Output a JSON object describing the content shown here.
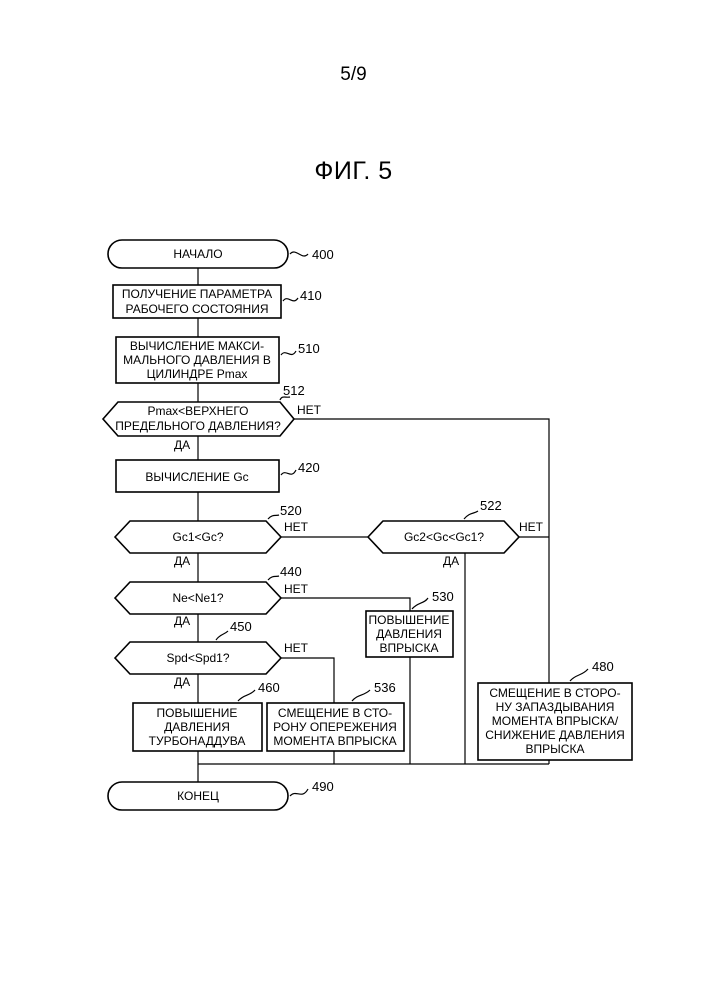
{
  "page_number": "5/9",
  "figure_title": "ФИГ. 5",
  "flowchart": {
    "start": {
      "label": "НАЧАЛО",
      "ref": "400"
    },
    "s410": {
      "lines": [
        "ПОЛУЧЕНИЕ ПАРАМЕТРА",
        "РАБОЧЕГО СОСТОЯНИЯ"
      ],
      "ref": "410"
    },
    "s510": {
      "lines": [
        "ВЫЧИСЛЕНИЕ МАКСИ-",
        "МАЛЬНОГО ДАВЛЕНИЯ В",
        "ЦИЛИНДРЕ Pmax"
      ],
      "ref": "510"
    },
    "d512": {
      "lines": [
        "Pmax<ВЕРХНЕГО",
        "ПРЕДЕЛЬНОГО ДАВЛЕНИЯ?"
      ],
      "ref": "512",
      "no": "НЕТ",
      "yes": "ДА"
    },
    "s420": {
      "label": "ВЫЧИСЛЕНИЕ Gc",
      "ref": "420"
    },
    "d520": {
      "label": "Gc1<Gc?",
      "ref": "520",
      "no": "НЕТ",
      "yes": "ДА"
    },
    "d522": {
      "label": "Gc2<Gc<Gc1?",
      "ref": "522",
      "no": "НЕТ",
      "yes": "ДА"
    },
    "d440": {
      "label": "Ne<Ne1?",
      "ref": "440",
      "no": "НЕТ",
      "yes": "ДА"
    },
    "s530": {
      "lines": [
        "ПОВЫШЕНИЕ",
        "ДАВЛЕНИЯ",
        "ВПРЫСКА"
      ],
      "ref": "530"
    },
    "d450": {
      "label": "Spd<Spd1?",
      "ref": "450",
      "no": "НЕТ",
      "yes": "ДА"
    },
    "s460": {
      "lines": [
        "ПОВЫШЕНИЕ",
        "ДАВЛЕНИЯ",
        "ТУРБОНАДДУВА"
      ],
      "ref": "460"
    },
    "s536": {
      "lines": [
        "СМЕЩЕНИЕ В СТО-",
        "РОНУ ОПЕРЕЖЕНИЯ",
        "МОМЕНТА ВПРЫСКА"
      ],
      "ref": "536"
    },
    "s480": {
      "lines": [
        "СМЕЩЕНИЕ В СТОРО-",
        "НУ ЗАПАЗДЫВАНИЯ",
        "МОМЕНТА ВПРЫСКА/",
        "СНИЖЕНИЕ ДАВЛЕНИЯ",
        "ВПРЫСКА"
      ],
      "ref": "480"
    },
    "end": {
      "label": "КОНЕЦ",
      "ref": "490"
    }
  }
}
